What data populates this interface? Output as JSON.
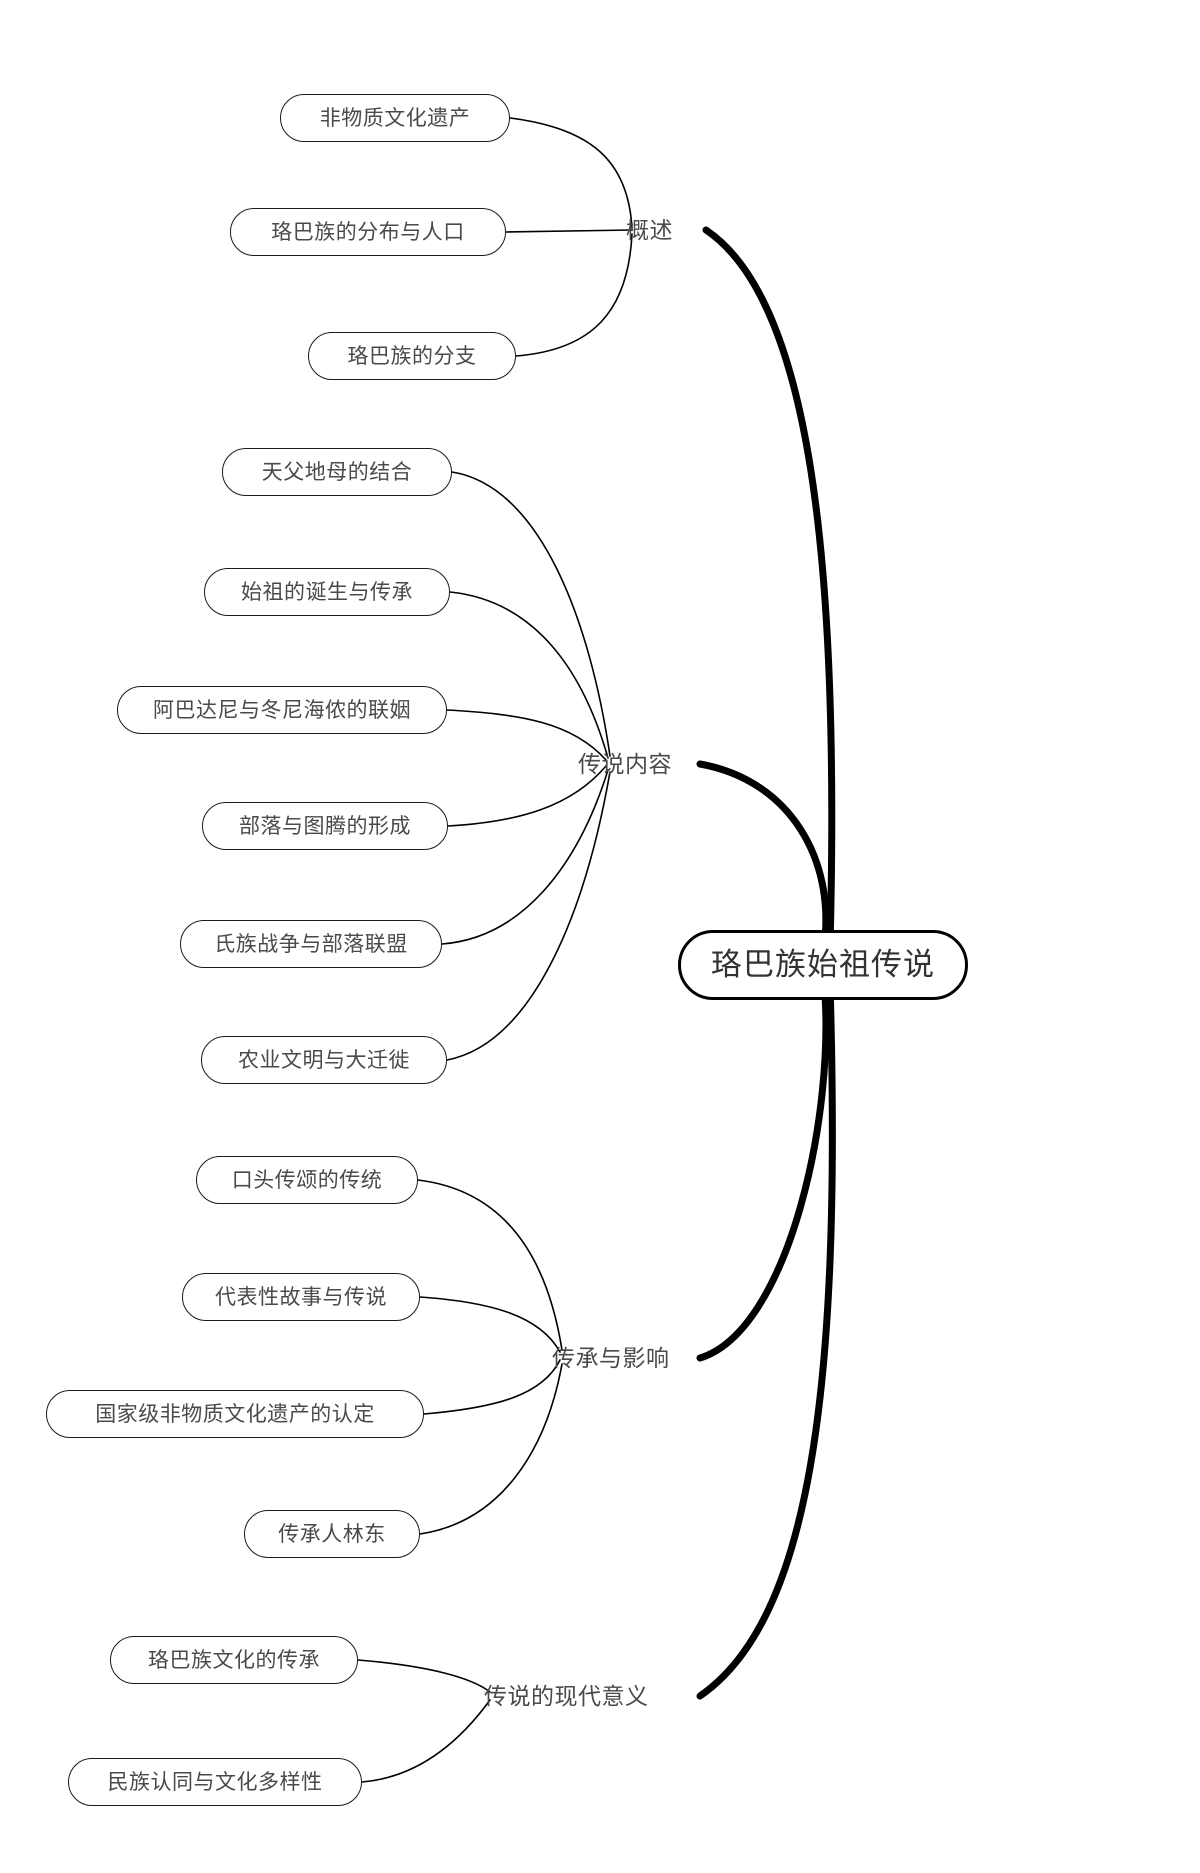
{
  "diagram": {
    "type": "mind-map",
    "orientation": "right-root",
    "root": {
      "label": "珞巴族始祖传说"
    },
    "branches": [
      {
        "label": "概述",
        "children": [
          {
            "label": "非物质文化遗产"
          },
          {
            "label": "珞巴族的分布与人口"
          },
          {
            "label": "珞巴族的分支"
          }
        ]
      },
      {
        "label": "传说内容",
        "children": [
          {
            "label": "天父地母的结合"
          },
          {
            "label": "始祖的诞生与传承"
          },
          {
            "label": "阿巴达尼与冬尼海侬的联姻"
          },
          {
            "label": "部落与图腾的形成"
          },
          {
            "label": "氏族战争与部落联盟"
          },
          {
            "label": "农业文明与大迁徙"
          }
        ]
      },
      {
        "label": "传承与影响",
        "children": [
          {
            "label": "口头传颂的传统"
          },
          {
            "label": "代表性故事与传说"
          },
          {
            "label": "国家级非物质文化遗产的认定"
          },
          {
            "label": "传承人林东"
          }
        ]
      },
      {
        "label": "传说的现代意义",
        "children": [
          {
            "label": "珞巴族文化的传承"
          },
          {
            "label": "民族认同与文化多样性"
          }
        ]
      }
    ],
    "colors": {
      "background": "#ffffff",
      "node_border": "#1a1a1a",
      "node_text": "#4a4a4a",
      "root_border": "#000000",
      "root_text": "#333333",
      "edge": "#000000"
    }
  }
}
